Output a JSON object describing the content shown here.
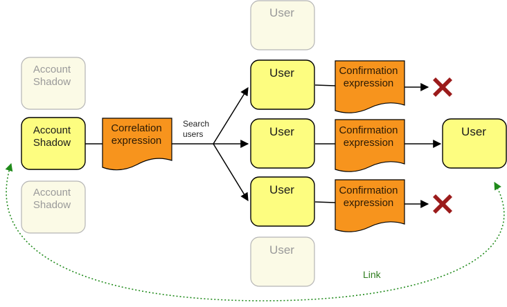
{
  "nodes": {
    "shadow_top": [
      "Account",
      "Shadow"
    ],
    "shadow_main": [
      "Account",
      "Shadow"
    ],
    "shadow_bottom": [
      "Account",
      "Shadow"
    ],
    "correlation": [
      "Correlation",
      "expression"
    ],
    "search_label": [
      "Search",
      "users"
    ],
    "user_top_faded": "User",
    "user_1": "User",
    "user_2": "User",
    "user_3": "User",
    "user_bottom_faded": "User",
    "confirmation_1": [
      "Confirmation",
      "expression"
    ],
    "confirmation_2": [
      "Confirmation",
      "expression"
    ],
    "confirmation_3": [
      "Confirmation",
      "expression"
    ],
    "user_result": "User"
  },
  "link_label": "Link",
  "colors": {
    "faded_fill": "#fbfae6",
    "faded_stroke": "#b5b5b5",
    "yellow_fill": "#fdfd80",
    "orange_fill": "#f7941d",
    "reject_red": "#9b1b1b",
    "link_green": "#1f8a1a"
  }
}
